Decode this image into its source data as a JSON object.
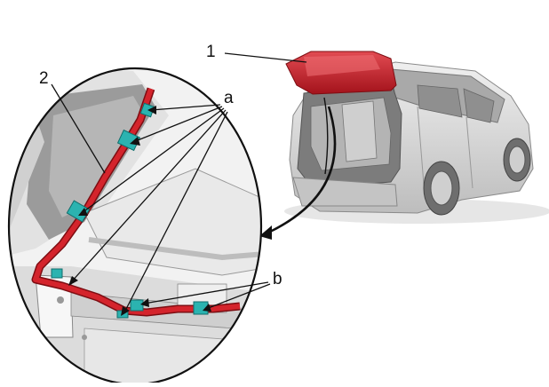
{
  "labels": {
    "callout_1": "1",
    "callout_2": "2",
    "callout_a": "a",
    "callout_b": "b"
  },
  "colors": {
    "hatch": "#c8202a",
    "harness": "#d4242c",
    "clip": "#2bb3b0",
    "car_body": "#d8d8d8",
    "line": "#111111"
  }
}
